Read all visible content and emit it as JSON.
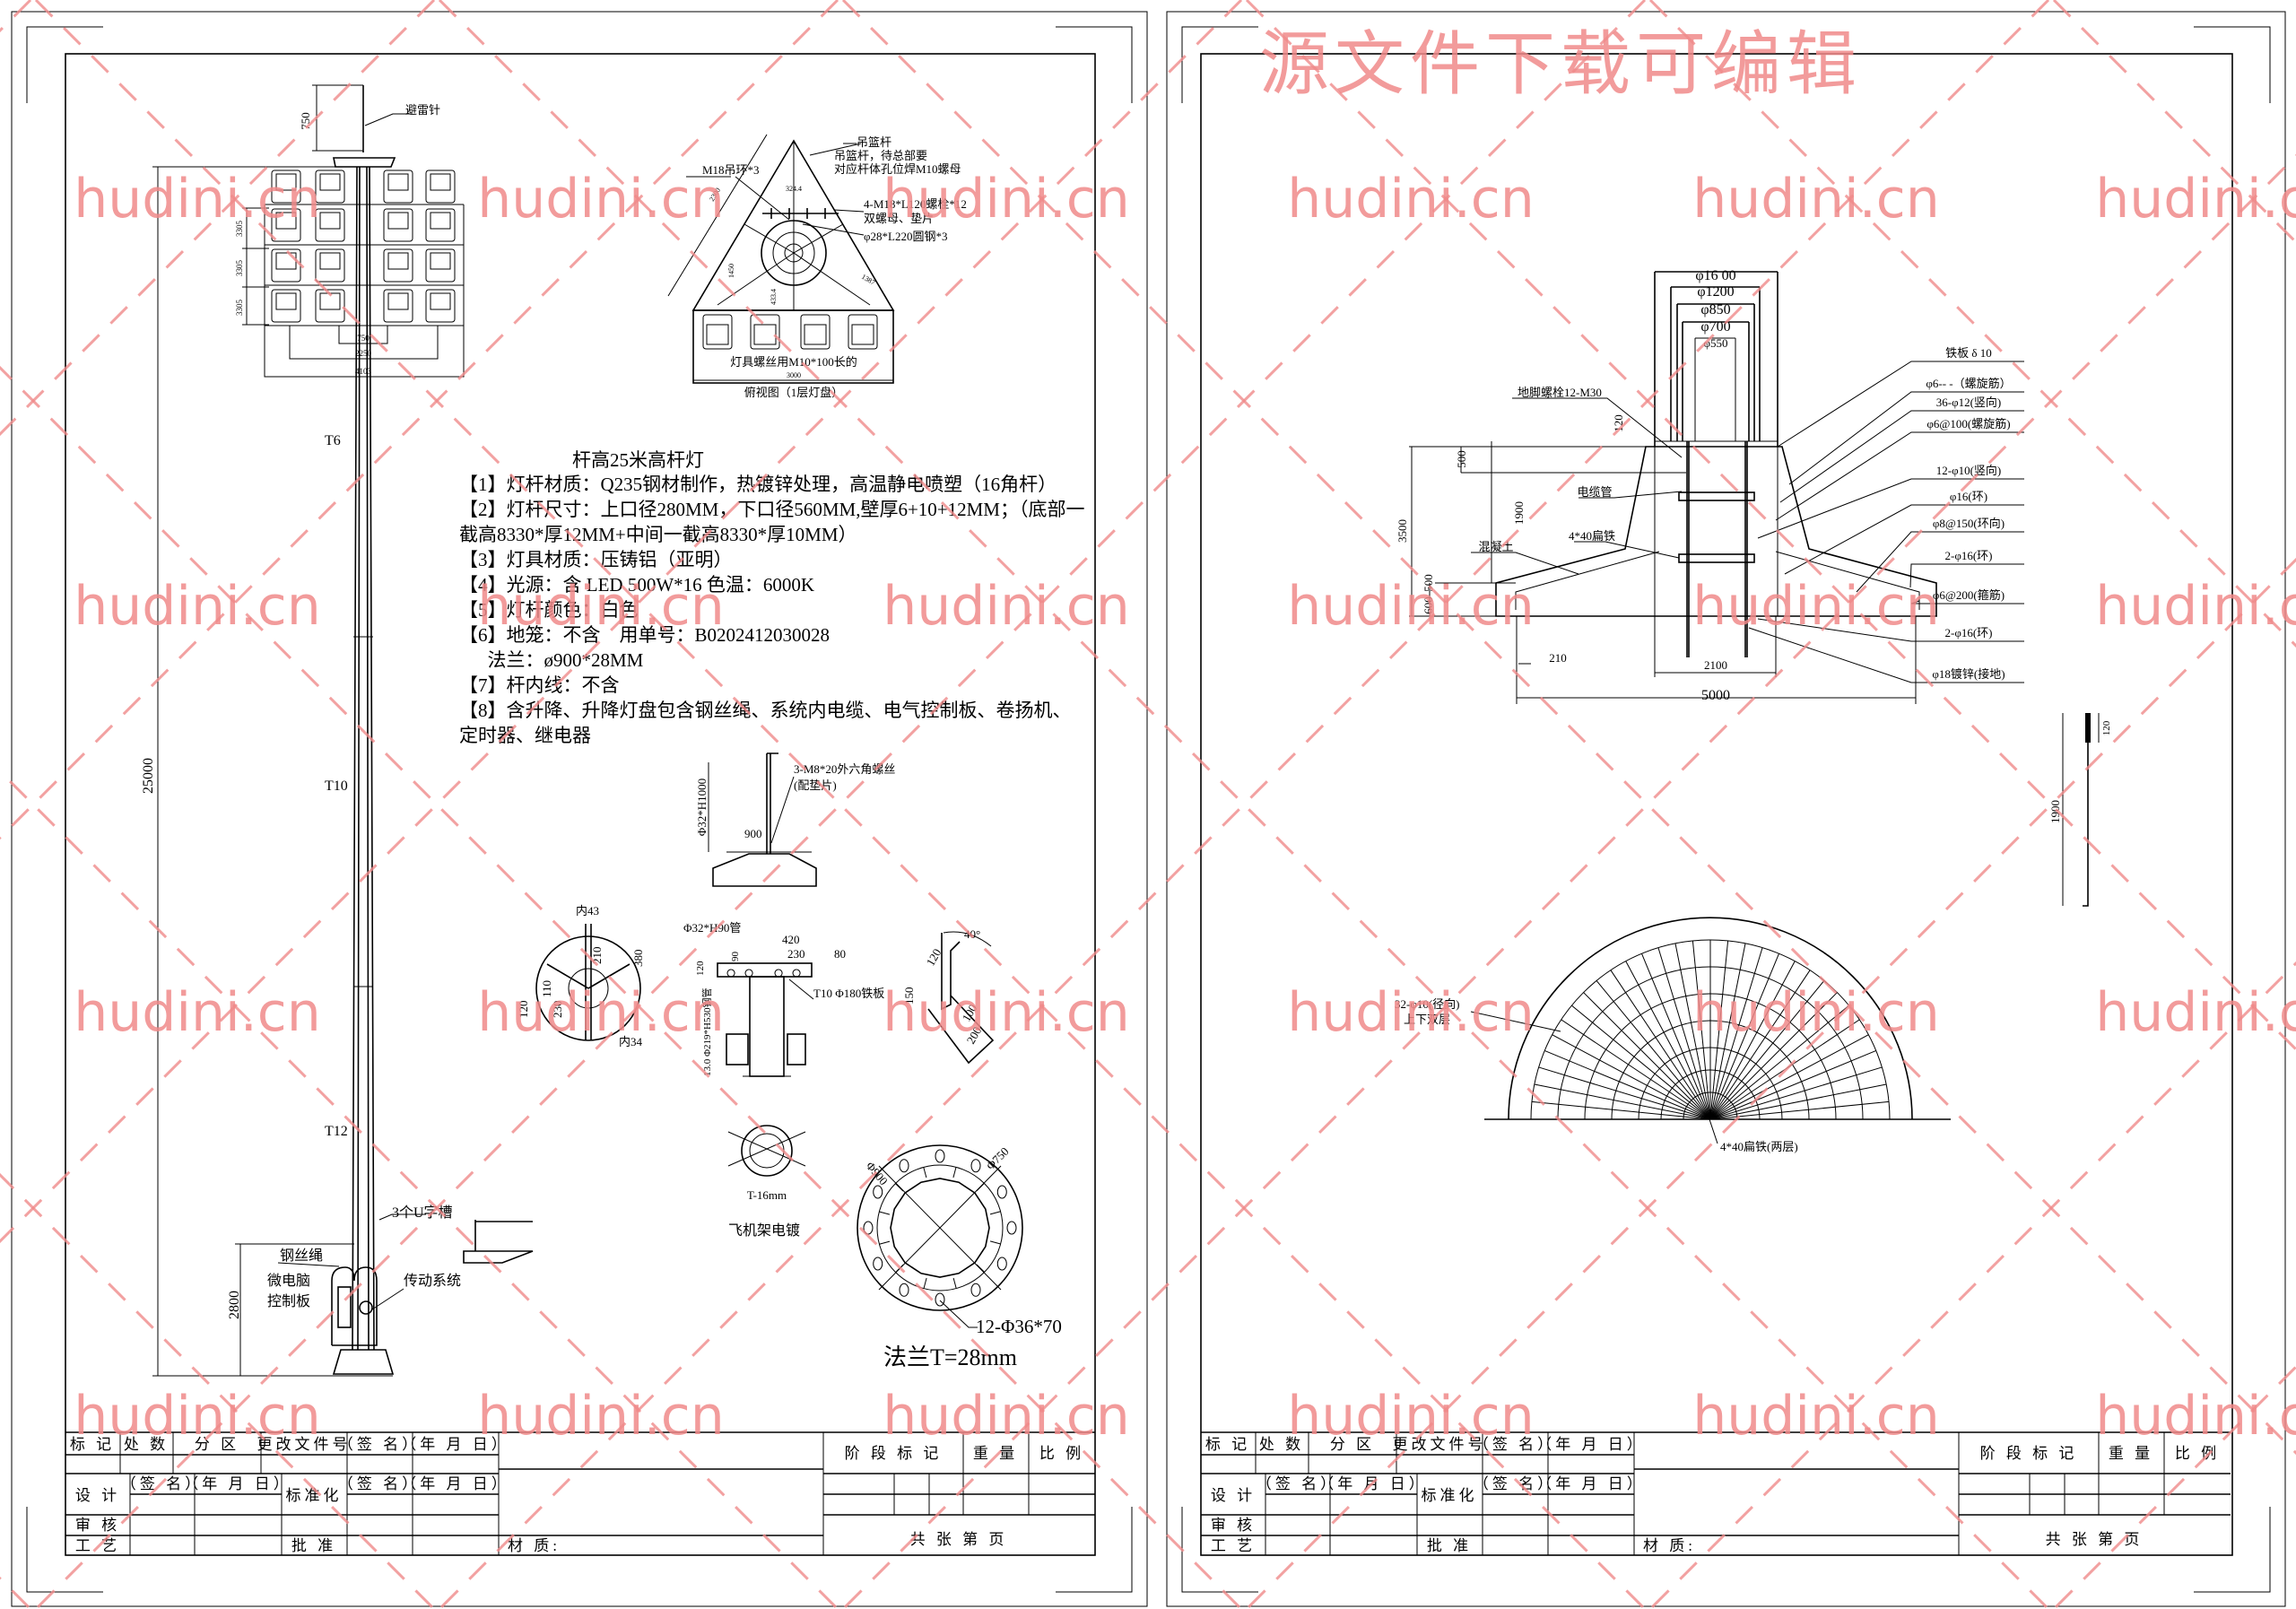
{
  "colors": {
    "watermark": "#f08a8a",
    "ink": "#000000"
  },
  "watermark": {
    "title": "源文件下载可编辑",
    "site": "hudini.cn"
  },
  "left_sheet": {
    "pole": {
      "rod_height": "750",
      "lightning_rod": "避雷针",
      "section_t6": "T6",
      "section_t10": "T10",
      "section_t12": "T12",
      "total_height": "25000",
      "door_height": "2800",
      "row_spacing": "3305",
      "span_inner": "750",
      "span_mid": "2250",
      "span_outer": "4103",
      "u_slots": "3个U字槽",
      "wire_rope": "钢丝绳",
      "microcomputer": "微电脑",
      "control_board": "控制板",
      "drive_system": "传动系统"
    },
    "top_view": {
      "hanger_rod": "吊篮杆",
      "hanger_note1": "吊篮杆，待总部要",
      "hanger_note2": "对应杆体孔位焊M10螺母",
      "ring_label": "M18吊环*3",
      "bolt_label": "4-M18*L120螺栓*12",
      "bolt_note": "双螺母、垫片",
      "steel_label": "φ28*L220圆钢*3",
      "screw_note": "灯具螺丝用M10*100长的",
      "width": "3000",
      "caption": "俯视图（1层灯盘）",
      "dim_a": "324.4",
      "dim_b": "2300",
      "dim_c": "1450",
      "dim_d": "433.4",
      "dim_e": "1387"
    },
    "spec": {
      "title": "杆高25米高杆灯",
      "lines": [
        "【1】灯杆材质：Q235钢材制作，热镀锌处理，高温静电喷塑（16角杆）",
        "【2】灯杆尺寸：上口径280MM，下口径560MM,壁厚6+10+12MM；（底部一",
        "截高8330*厚12MM+中间一截高8330*厚10MM）",
        "【3】灯具材质：压铸铝（亚明）",
        "【4】光源：含 LED 500W*16   色温：6000K",
        "【5】灯杆颜色：白色",
        "【6】地笼：不含    用单号：B0202412030028",
        "      法兰：ø900*28MM",
        "【7】杆内线：不含",
        "【8】含升降、升降灯盘包含钢丝绳、系统内电缆、电气控制板、卷扬机、",
        "定时器、继电器"
      ]
    },
    "hook": {
      "screw": "3-M8*20外六角螺丝",
      "washer": "(配垫片)",
      "tube": "Φ32*H1000",
      "width": "900"
    },
    "details": {
      "inner43": "内43",
      "d380": "380",
      "d210": "210",
      "d110": "110",
      "d120": "120",
      "d230": "230",
      "inner34": "内34",
      "pipe90": "Φ32*H90管",
      "d420": "420",
      "d230b": "230",
      "d80": "80",
      "d90": "90",
      "d120b": "120",
      "plate": "T10 Φ180铁板",
      "tube219": "13.0 Φ219*H530钢管",
      "angle": "40°",
      "a120": "120",
      "a150": "150",
      "a100": "100",
      "a200": "200",
      "ring": "T-16mm",
      "galv": "飞机架电镀",
      "flange_d900": "Φ900",
      "flange_d750": "Φ750",
      "holes": "12-Φ36*70",
      "flange_t": "法兰T=28mm"
    }
  },
  "right_sheet": {
    "foundation": {
      "d1600": "φ16 00",
      "d1200": "φ1200",
      "d850": "φ850",
      "d700": "φ700",
      "d550": "φ550",
      "anchor": "地脚螺栓12-M30",
      "cable_pipe": "电缆管",
      "flat_iron": "4*40扁铁",
      "concrete": "混凝土",
      "h3500": "3500",
      "h1900": "1900",
      "h500a": "500",
      "h500b": "500",
      "h600": "600",
      "h120": "120",
      "w2100": "2100",
      "w210": "210",
      "w5000": "5000",
      "callouts": [
        "铁板 δ 10",
        "φ6-- -（螺旋筋）",
        "36-φ12(竖向)",
        "φ6@100(螺旋筋)",
        "12-φ10(竖向)",
        "φ16(环)",
        "φ8@150(环向)",
        "2-φ16(环)",
        "φ6@200(箍筋)",
        "2-φ16(环)",
        "φ18镀锌(接地)"
      ],
      "profile_w": "120",
      "profile_h": "1900"
    },
    "plan": {
      "radial": "32-φ10(径向)",
      "layers": "上下双层",
      "flat_iron": "4*40扁铁(两层)"
    }
  },
  "title_block": {
    "mark": "标 记",
    "count": "处 数",
    "zone": "分 区",
    "change_doc": "更改文件号",
    "sign": "（签 名）",
    "date": "（年 月 日）",
    "design": "设 计",
    "standard": "标准化",
    "review": "审 核",
    "process": "工 艺",
    "approve": "批 准",
    "material": "材 质:",
    "stage": "阶 段 标 记",
    "weight": "重 量",
    "scale": "比 例",
    "sheets": "共      张      第      页"
  }
}
